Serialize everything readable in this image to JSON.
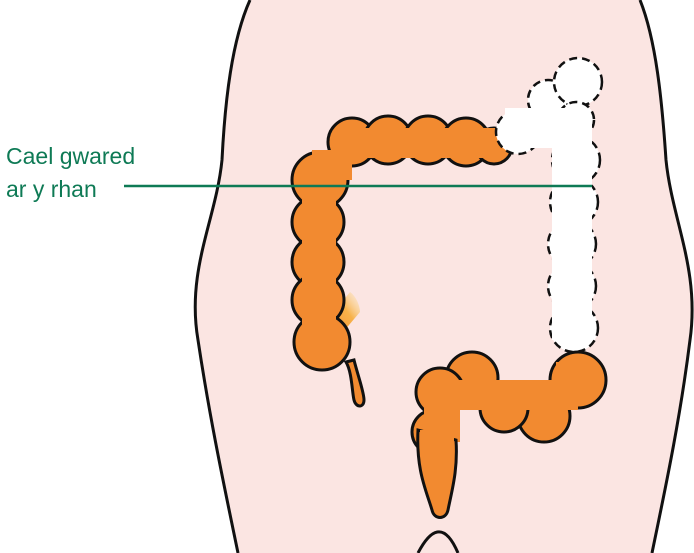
{
  "label": {
    "line1": "Cael gwared",
    "line2": "ar y rhan"
  },
  "colors": {
    "background_panel": "#fbe5e2",
    "colon": "#f28a30",
    "removed_section": "#ffffff",
    "outline": "#111111",
    "label_text": "#0e7a55",
    "pointer_line": "#0e7a55"
  },
  "icons": [
    "torso-outline",
    "colon",
    "removed-colon-section",
    "appendix"
  ]
}
